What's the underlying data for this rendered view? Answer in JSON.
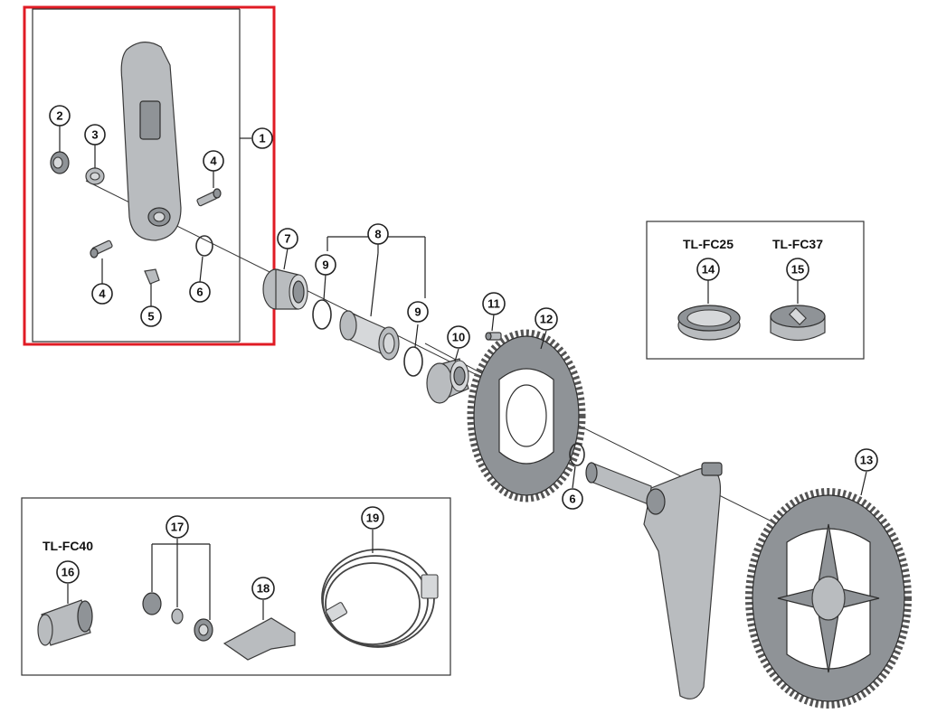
{
  "colors": {
    "highlight_frame": "#e01b24",
    "part_fill": "#b9bcbf",
    "part_dark": "#8f9397",
    "line": "#222222"
  },
  "callouts": [
    "1",
    "2",
    "3",
    "4",
    "4",
    "5",
    "6",
    "7",
    "8",
    "9",
    "9",
    "10",
    "11",
    "12",
    "6",
    "13",
    "14",
    "15",
    "16",
    "17",
    "18",
    "19"
  ],
  "tool_labels": {
    "tl_fc25": "TL-FC25",
    "tl_fc37": "TL-FC37",
    "tl_fc40": "TL-FC40"
  },
  "highlighted_group": "1"
}
